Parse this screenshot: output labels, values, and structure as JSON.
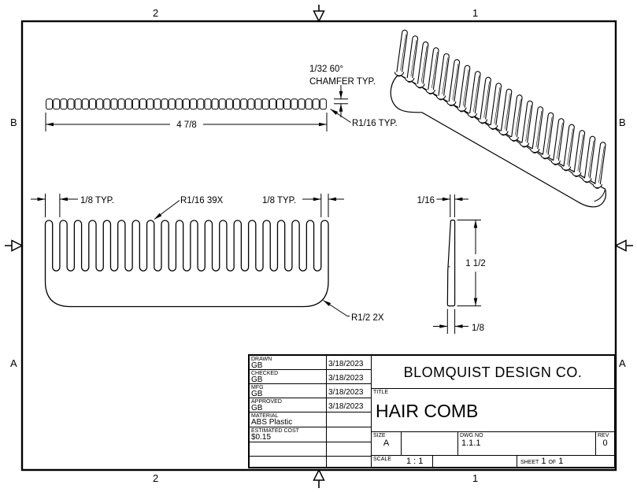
{
  "sheet": {
    "zones": {
      "top": [
        "2",
        "1"
      ],
      "bottom": [
        "2",
        "1"
      ],
      "left": [
        "B",
        "A"
      ],
      "right": [
        "B",
        "A"
      ]
    }
  },
  "annotations": {
    "chamfer_line1": "1/32 60°",
    "chamfer_line2": "CHAMFER TYP.",
    "edge_radius": "R1/16 TYP.",
    "overall_width": "4 7/8",
    "tooth_width_left": "1/8 TYP.",
    "tooth_tip_radius": "R1/16 39X",
    "tooth_width_right": "1/8 TYP.",
    "corner_radius": "R1/2 2X",
    "tip_thickness": "1/16",
    "side_height": "1 1/2",
    "base_thickness": "1/8"
  },
  "title_block": {
    "company": "BLOMQUIST DESIGN CO.",
    "title_label": "TITLE",
    "title": "HAIR COMB",
    "rows": [
      {
        "label": "DRAWN",
        "value": "GB",
        "date": "3/18/2023"
      },
      {
        "label": "CHECKED",
        "value": "GB",
        "date": "3/18/2023"
      },
      {
        "label": "MFG",
        "value": "GB",
        "date": "3/18/2023"
      },
      {
        "label": "APPROVED",
        "value": "GB",
        "date": "3/18/2023"
      },
      {
        "label": "MATERIAL",
        "value": "ABS Plastic",
        "date": ""
      },
      {
        "label": "ESTIMATED COST",
        "value": "$0.15",
        "date": ""
      },
      {
        "label": "",
        "value": "",
        "date": ""
      },
      {
        "label": "",
        "value": "",
        "date": ""
      }
    ],
    "size_label": "SIZE",
    "size": "A",
    "dwg_label": "DWG NO",
    "dwg_no": "1.1.1",
    "rev_label": "REV",
    "rev": "0",
    "scale_label": "SCALE",
    "scale": "1 : 1",
    "sheet_label": "SHEET",
    "sheet_num": "1",
    "of_label": "OF",
    "of_total": "1"
  },
  "views": {
    "front_teeth": 20,
    "iso_teeth": 20,
    "top_cells": 39
  },
  "colors": {
    "line": "#000000",
    "paper": "#ffffff"
  }
}
